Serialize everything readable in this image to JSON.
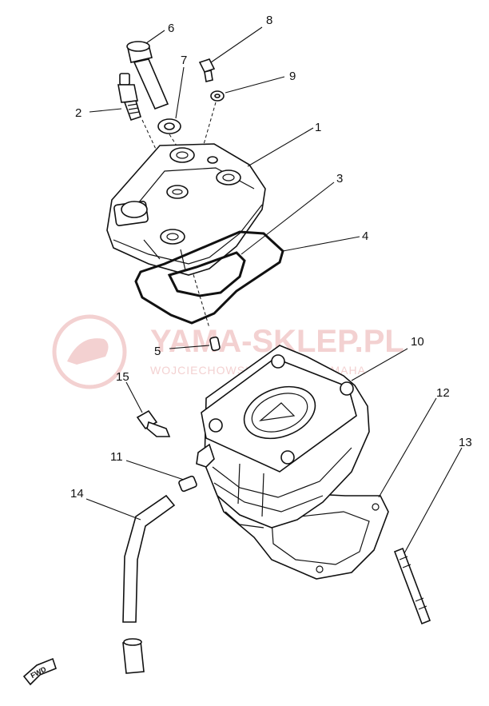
{
  "watermark": {
    "title": "YAMA-SKLEP.PL",
    "subtitle": "WOJCIECHOWSKI DEALER YAMAHA",
    "brand_color": "#e8a0a0"
  },
  "callouts": [
    "1",
    "2",
    "3",
    "4",
    "5",
    "6",
    "7",
    "8",
    "9",
    "10",
    "11",
    "12",
    "13",
    "14",
    "15"
  ],
  "fwd_label": "FWD"
}
